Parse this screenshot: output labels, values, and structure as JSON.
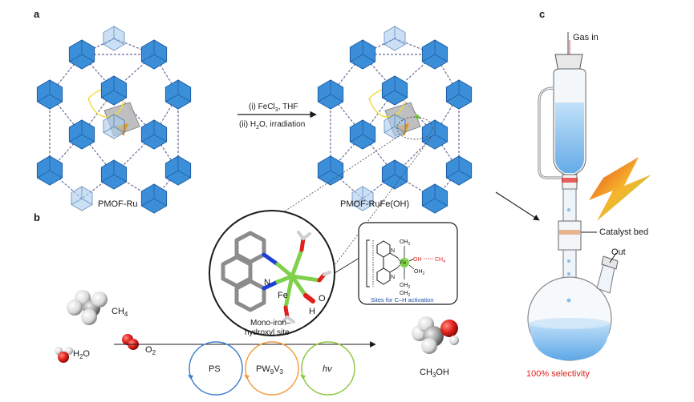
{
  "panels": {
    "a": "a",
    "b": "b",
    "c": "c"
  },
  "mof_left_label": "PMOF-Ru",
  "mof_right_label": "PMOF-RuFe(OH)",
  "arrow_step1": "(i) FeCl",
  "arrow_step1_sub": "3",
  "arrow_step1_tail": ", THF",
  "arrow_step2_head": "(ii) H",
  "arrow_step2_sub": "2",
  "arrow_step2_tail": "O, irradiation",
  "reactor": {
    "gas_in": "Gas in",
    "catalyst_bed": "Catalyst bed",
    "out": "Out",
    "selectivity": "100% selectivity"
  },
  "site": {
    "n_label": "N",
    "fe_label": "Fe",
    "o_label": "O",
    "h_label": "H",
    "caption_line1": "Mono-iron–",
    "caption_line2": "hydroxyl site"
  },
  "inset": {
    "oh2_a": "OH",
    "oh2_b": "OH",
    "oh2_c": "OH",
    "oh2_d": "OH",
    "sub2": "2",
    "oh_red": "OH",
    "ch4_red": "CH",
    "ch4_sub": "4",
    "fe_small": "Fe",
    "n_top": "N",
    "n_bot": "N",
    "caption": "Sites for C–H activation"
  },
  "molecules": {
    "ch4": "CH",
    "ch4_sub": "4",
    "h2o_head": "H",
    "h2o_sub": "2",
    "h2o_tail": "O",
    "o2_head": "O",
    "o2_sub": "2",
    "ch3oh_head": "CH",
    "ch3oh_sub": "3",
    "ch3oh_tail": "OH"
  },
  "cycles": {
    "ps": "PS",
    "pw_head": "PW",
    "pw_sub1": "9",
    "pw_mid": "V",
    "pw_sub2": "3",
    "hv": "hν"
  },
  "colors": {
    "polyhedra": "#3b8fd9",
    "polyhedra_light": "#a9cdf0",
    "linker": "#6b6b9a",
    "fe": "#7fd14c",
    "oxygen": "#e0201b",
    "nitrogen": "#1c3fd6",
    "carbon": "#9a9a9a",
    "cycle_blue": "#3d7cc9",
    "cycle_orange": "#f29a3d",
    "cycle_green": "#8cc63f",
    "liquid": "#6fb1e8",
    "selectivity": "#e0201b"
  }
}
